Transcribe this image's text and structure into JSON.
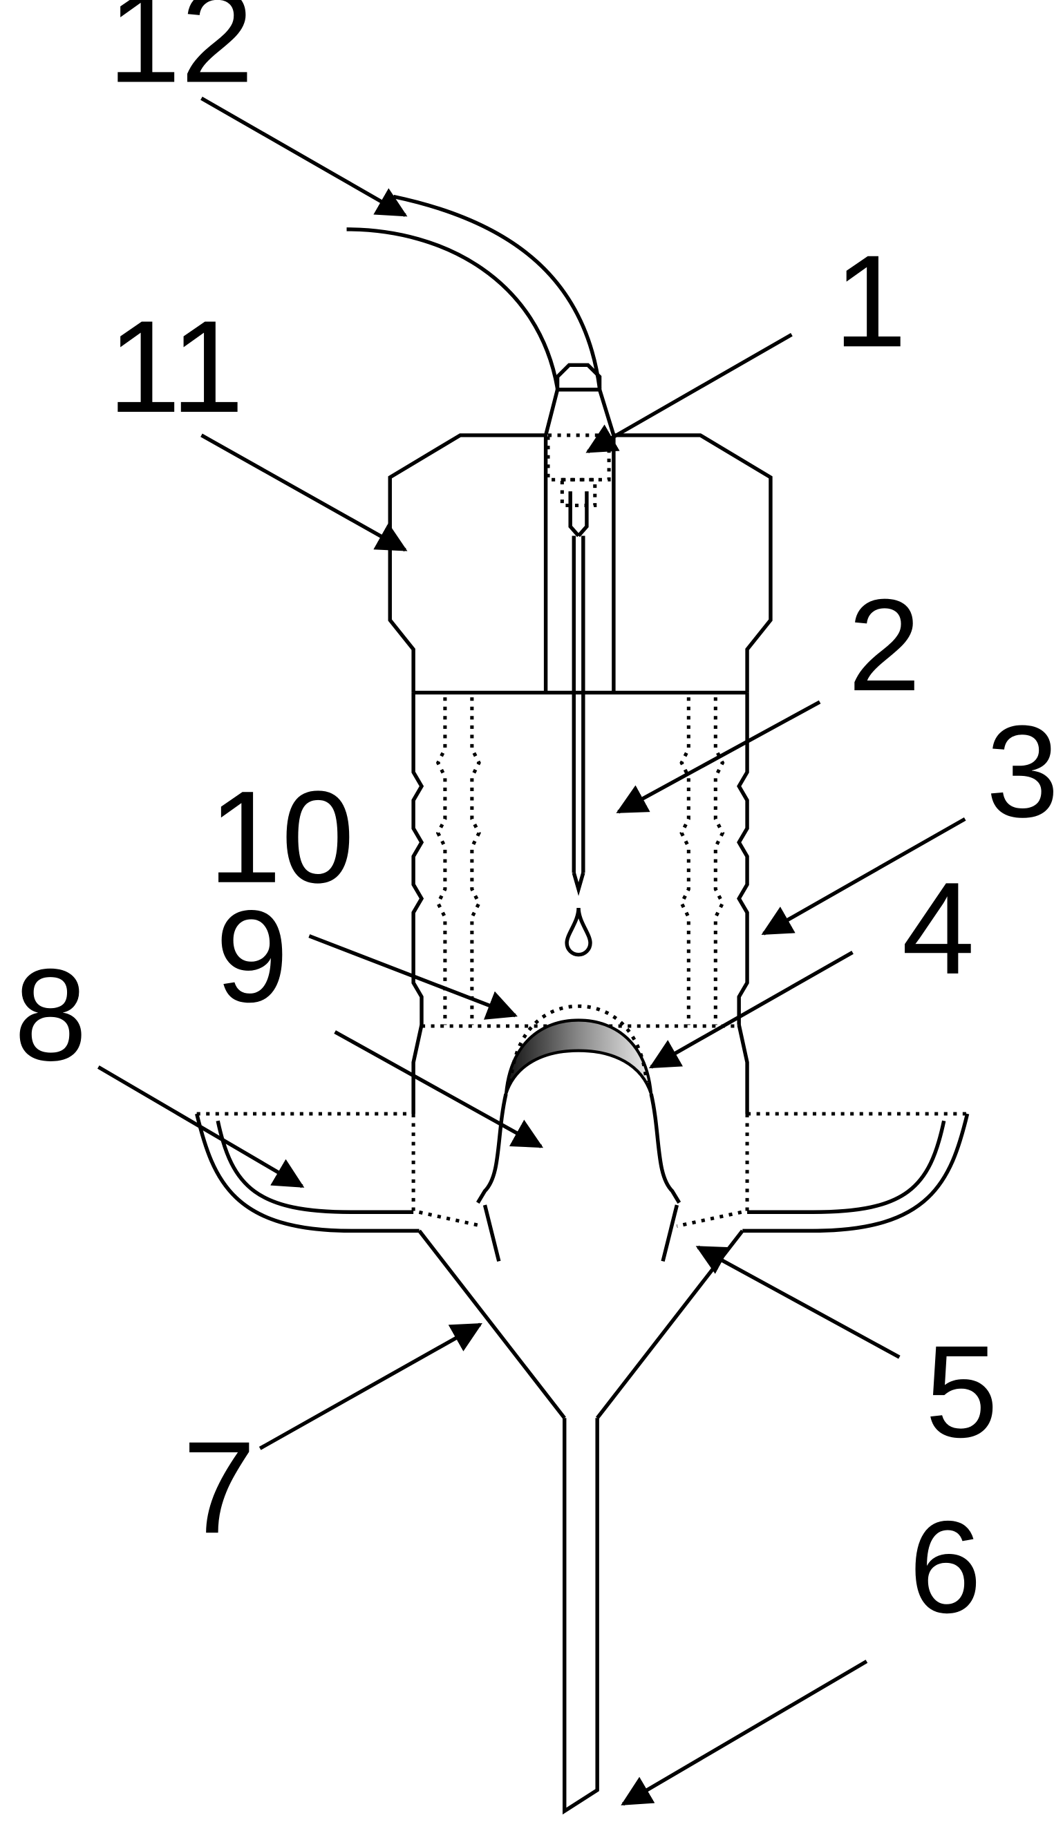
{
  "figure": {
    "labels": {
      "l1": "1",
      "l2": "2",
      "l3": "3",
      "l4": "4",
      "l5": "5",
      "l6": "6",
      "l7": "7",
      "l8": "8",
      "l9": "9",
      "l10": "10",
      "l11": "11",
      "l12": "12"
    },
    "colors": {
      "line": "#000000",
      "background": "#ffffff"
    }
  }
}
